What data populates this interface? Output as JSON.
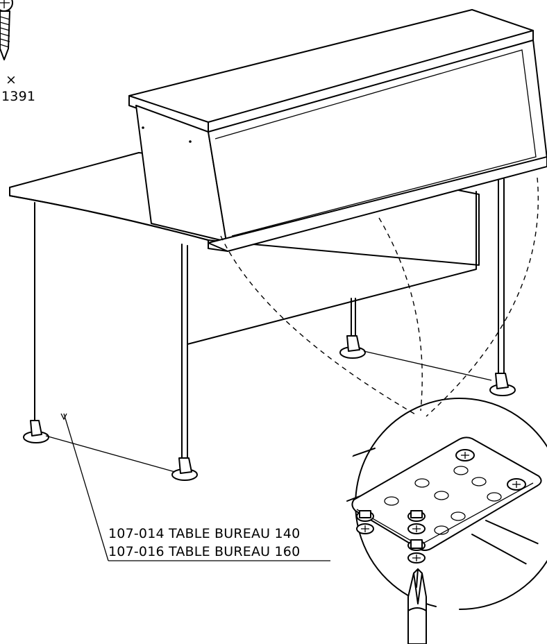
{
  "hardware": {
    "icon": "screw-icon",
    "multiplier": "×",
    "quantity": "1391"
  },
  "references": [
    "107-014 TABLE BUREAU 140",
    "107-016 TABLE BUREAU 160"
  ],
  "tool": {
    "icon": "screwdriver-icon"
  }
}
